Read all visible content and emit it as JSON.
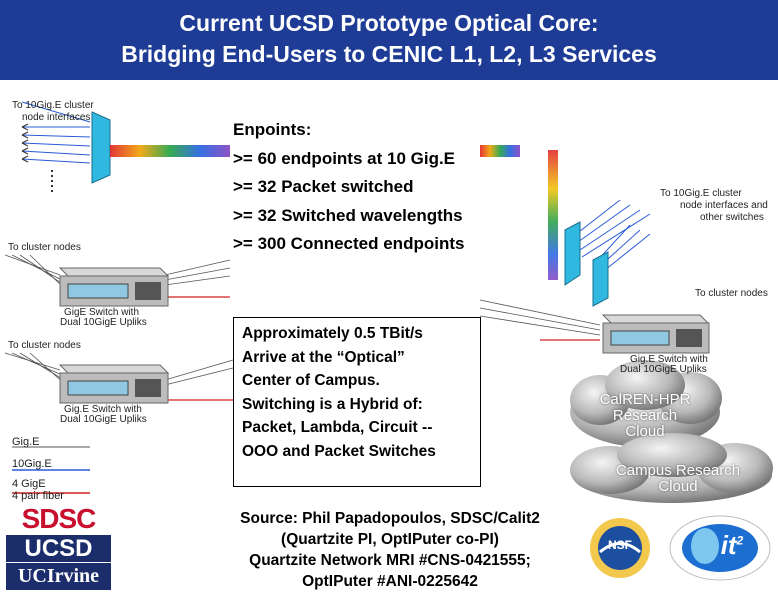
{
  "slide": {
    "title_line1": "Current UCSD Prototype Optical Core:",
    "title_line2": "Bridging End-Users to CENIC L1, L2, L3 Services"
  },
  "endpoints": {
    "heading": "Enpoints:",
    "items": [
      ">= 60 endpoints at 10 Gig.E",
      ">= 32 Packet switched",
      ">= 32 Switched wavelengths",
      ">= 300 Connected endpoints"
    ]
  },
  "callout": {
    "lines": [
      "Approximately 0.5 TBit/s",
      "Arrive at the “Optical”",
      "Center of Campus.",
      "Switching is a Hybrid of:",
      "Packet, Lambda, Circuit --",
      "OOO and Packet Switches"
    ]
  },
  "source": {
    "lines": [
      "Source: Phil Papadopoulos, SDSC/Calit2",
      "(Quartzite PI, OptIPuter co-PI)",
      "Quartzite Network MRI #CNS-0421555;",
      "OptIPuter #ANI-0225642"
    ]
  },
  "diagram_labels": {
    "left_top_1": "To 10Gig.E cluster",
    "left_top_2": "node interfaces",
    "right_top_1": "To 10Gig.E cluster",
    "right_top_2": "node interfaces and",
    "right_top_3": "other switches",
    "to_cluster_nodes": "To cluster nodes",
    "switch_label_1": "GigE Switch with",
    "switch_label_2": "Dual 10GigE Upliks",
    "switch_label_3": "Gig.E Switch with",
    "switch_label_4": "Dual 10GigE Upliks",
    "legend_gige": "Gig.E",
    "legend_10gige": "10Gig.E",
    "legend_4gige": "4 GigE",
    "legend_4pair": "4 pair fiber",
    "cloud1_line1": "CalREN-HPR",
    "cloud1_line2": "Research",
    "cloud1_line3": "Cloud",
    "cloud2_line1": "Campus Research",
    "cloud2_line2": "Cloud"
  },
  "logos": {
    "sdsc": "SDSC",
    "ucsd": "UCSD",
    "uci": "UCIrvine",
    "nsf": "NSF",
    "it2": "it"
  },
  "colors": {
    "title_bg": "#1e3c96",
    "switch_fill": "#8fc8e0",
    "logo_red": "#c8102e",
    "logo_navy": "#1c2d6b"
  }
}
